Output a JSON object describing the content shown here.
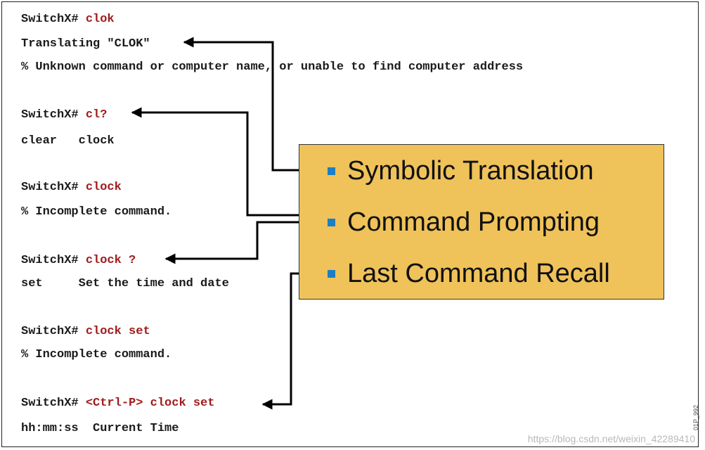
{
  "cli": {
    "l1_prompt": "SwitchX# ",
    "l1_cmd": "clok",
    "l2": "Translating \"CLOK\"",
    "l3": "% Unknown command or computer name, or unable to find computer address",
    "l4_prompt": "SwitchX# ",
    "l4_cmd": "cl?",
    "l5": "clear   clock",
    "l6_prompt": "SwitchX# ",
    "l6_cmd": "clock",
    "l7": "% Incomplete command.",
    "l8_prompt": "SwitchX# ",
    "l8_cmd": "clock ?",
    "l9": "set     Set the time and date",
    "l10_prompt": "SwitchX# ",
    "l10_cmd": "clock set",
    "l11": "% Incomplete command.",
    "l12_prompt": "SwitchX# ",
    "l12_cmd": "<Ctrl-P> clock set",
    "l13": "hh:mm:ss  Current Time"
  },
  "features": {
    "item1": "Symbolic Translation",
    "item2": "Command Prompting",
    "item3": "Last Command Recall"
  },
  "colors": {
    "panel": "#efc25a",
    "bullet": "#1b7fc4",
    "command_text": "#a01c1c"
  },
  "footer": {
    "watermark": "https://blog.csdn.net/weixin_42289410",
    "code": "01P_992"
  }
}
